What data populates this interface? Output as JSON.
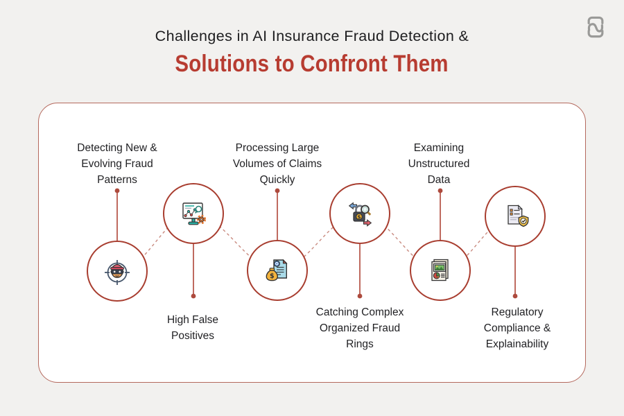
{
  "header": {
    "title_black": "Challenges in AI Insurance Fraud Detection &",
    "title_red": "Solutions to Confront Them"
  },
  "colors": {
    "page_background": "#f2f1ef",
    "card_background": "#ffffff",
    "card_border": "#b4685c",
    "circle_border": "#a83d2f",
    "connector_line": "#bf6a5f",
    "connector_dot": "#ad4a3d",
    "dashed_curve": "#c98b80",
    "title_black": "#1d1d1f",
    "title_red": "#b73c31",
    "label_text": "#1f1f22",
    "logo_gray": "#9a9a98"
  },
  "nodes": [
    {
      "label": "Detecting New &\nEvolving Fraud\nPatterns",
      "icon": "fraud-target-icon",
      "row": "bottom",
      "label_position": "above"
    },
    {
      "label": "High False\nPositives",
      "icon": "analytics-board-icon",
      "row": "top",
      "label_position": "below"
    },
    {
      "label": "Processing Large\nVolumes of Claims\nQuickly",
      "icon": "claims-money-icon",
      "row": "bottom",
      "label_position": "above"
    },
    {
      "label": "Catching Complex\nOrganized Fraud\nRings",
      "icon": "fraud-ring-lock-icon",
      "row": "top",
      "label_position": "below"
    },
    {
      "label": "Examining\nUnstructured\nData",
      "icon": "unstructured-docs-icon",
      "row": "bottom",
      "label_position": "above"
    },
    {
      "label": "Regulatory\nCompliance &\nExplainability",
      "icon": "compliance-shield-icon",
      "row": "top",
      "label_position": "below"
    }
  ]
}
